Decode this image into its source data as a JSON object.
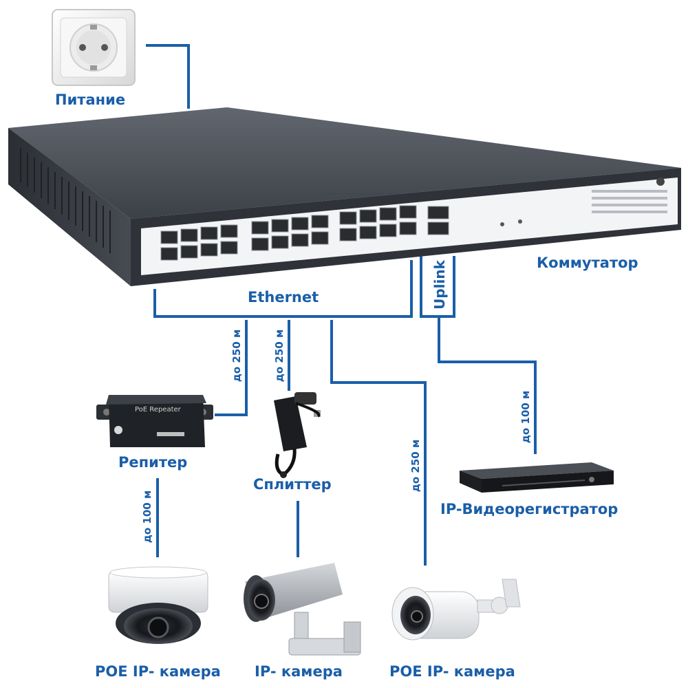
{
  "labels": {
    "power": "Питание",
    "switch": "Коммутатор",
    "ethernet": "Ethernet",
    "uplink": "Uplink",
    "repeater": "Репитер",
    "splitter": "Сплиттер",
    "nvr": "IP-Видеорегистратор",
    "camera_poe_dome": "POE IP- камера",
    "camera_ip": "IP- камера",
    "camera_poe_bullet": "POE IP- камера"
  },
  "distances": {
    "switch_to_repeater": "до 250 м",
    "switch_to_splitter": "до 250 м",
    "switch_to_poe_camera": "до 250 м",
    "uplink_to_nvr": "до 100 м",
    "repeater_to_camera": "до 100 м"
  },
  "device_marks": {
    "repeater_title": "PoE Repeater"
  },
  "colors": {
    "line": "#1a5ea8",
    "label": "#1a5ea8",
    "switch_body": "#3b3f46",
    "switch_panel": "#f3f4f6"
  }
}
